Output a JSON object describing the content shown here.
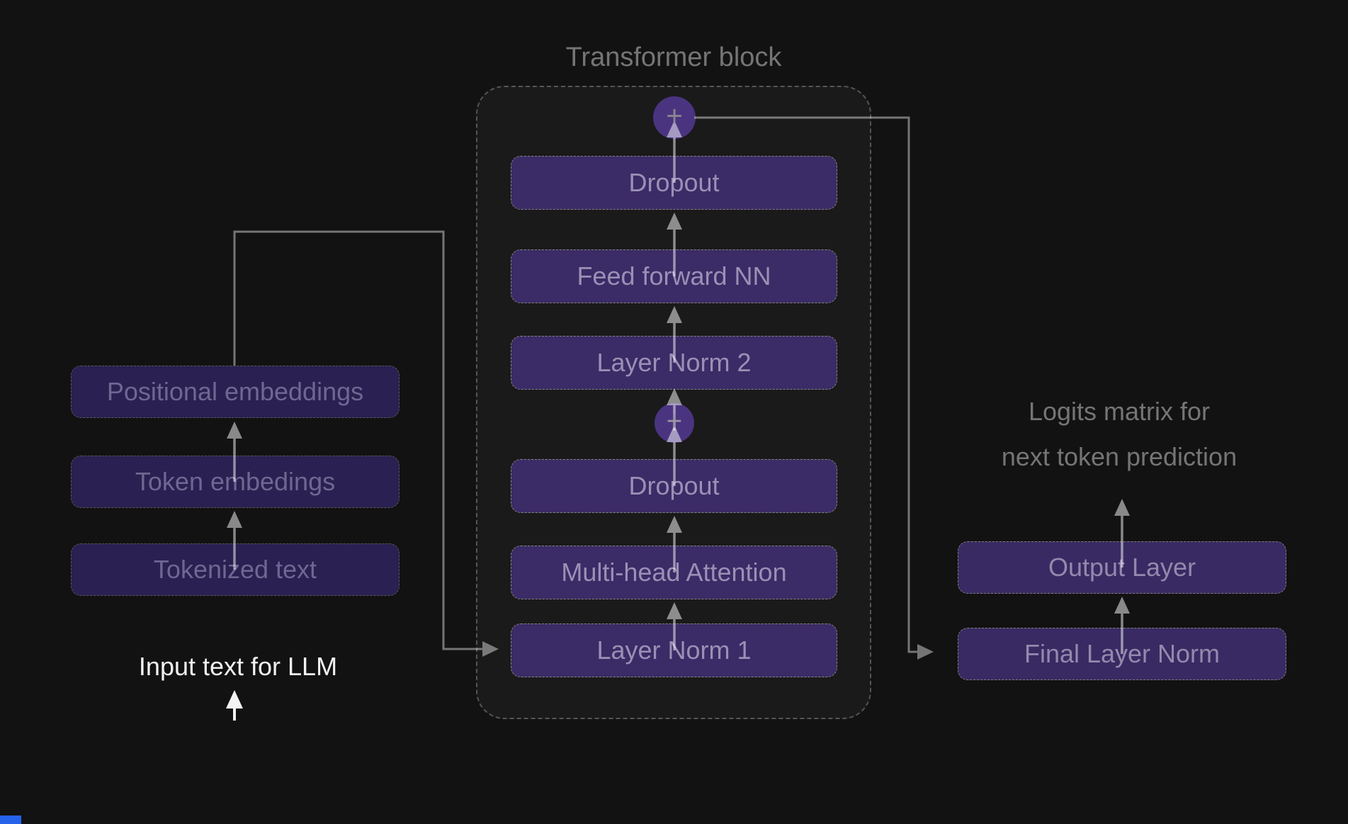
{
  "diagram": {
    "title": "Transformer block",
    "transformer_block": {
      "layers_top_to_bottom": [
        "Dropout",
        "Feed forward NN",
        "Layer Norm 2",
        "Dropout",
        "Multi-head Attention",
        "Layer Norm 1"
      ]
    },
    "input_stack": [
      "Positional embeddings",
      "Token embedings",
      "Tokenized text"
    ],
    "input_caption": "Input text for LLM",
    "output_stack": [
      "Output Layer",
      "Final Layer Norm"
    ],
    "output_caption": [
      "Logits matrix for",
      "next token prediction"
    ],
    "icons": {
      "plus": "+"
    },
    "colors": {
      "background": "#121212",
      "container_fill": "#1a1a1a",
      "block_fill": "#3b2b66",
      "block_fill_dim": "#2a2051",
      "circle_fill": "#4a3480",
      "arrow_gray": "#8c8c8c",
      "text_muted": "#757575",
      "text_highlight": "#f2f2f2",
      "bottom_left_fragment": "#2563eb"
    }
  }
}
